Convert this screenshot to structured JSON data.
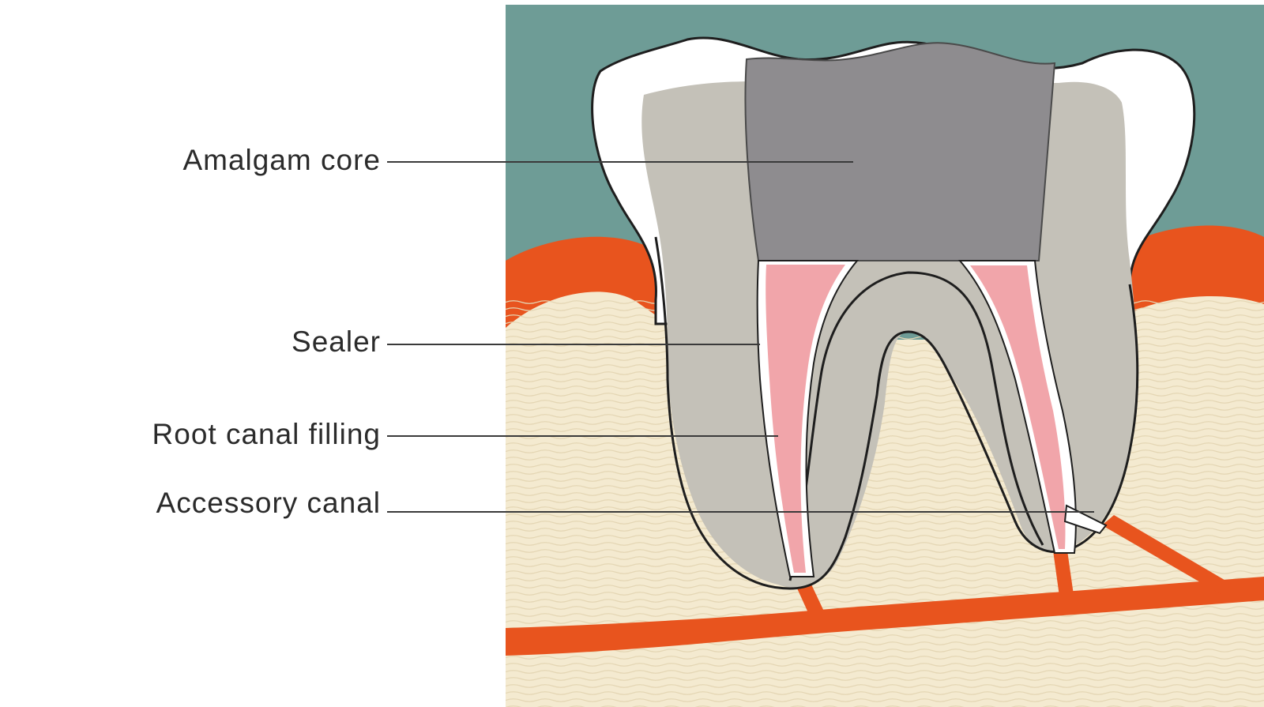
{
  "diagram": {
    "labels": {
      "amalgam_core": "Amalgam core",
      "sealer": "Sealer",
      "root_canal_filling": "Root canal filling",
      "accessory_canal": "Accessory canal"
    },
    "colors": {
      "background_teal": "#6e9c96",
      "gum_orange": "#e8541e",
      "bone_cream": "#f4ead0",
      "dentin_gray": "#c4c1b8",
      "amalgam_gray": "#8e8c8f",
      "filling_pink": "#f1a5aa",
      "enamel_white": "#ffffff",
      "leader_line": "#3a3a3a"
    }
  }
}
